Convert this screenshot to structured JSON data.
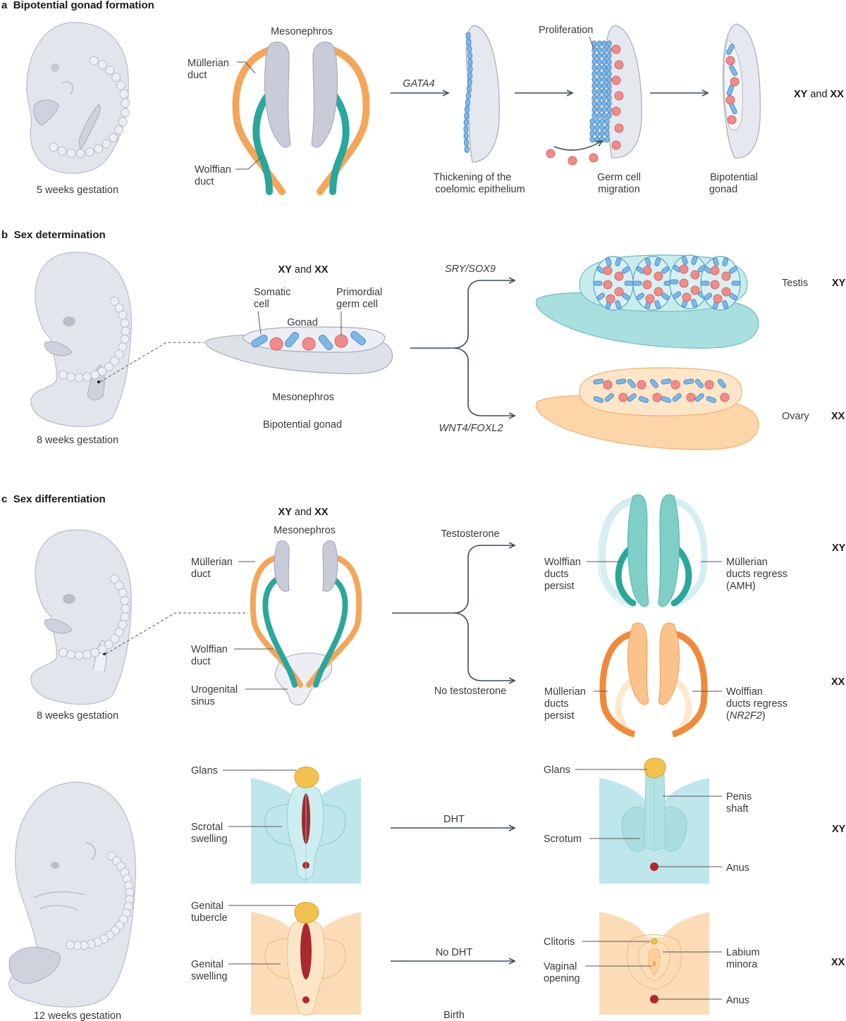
{
  "panel_a": {
    "letter": "a",
    "title": "Bipotential gonad formation",
    "embryo_caption": "5 weeks gestation",
    "mesonephros": "Mesonephros",
    "mullerian_1": "Müllerian",
    "mullerian_2": "duct",
    "wolffian_1": "Wolffian",
    "wolffian_2": "duct",
    "arrow1": "GATA4",
    "proliferation": "Proliferation",
    "step1_1": "Thickening of the",
    "step1_2": "coelomic epithelium",
    "step2_1": "Germ cell",
    "step2_2": "migration",
    "step3_1": "Bipotential",
    "step3_2": "gonad",
    "karyotype_xy": "XY",
    "karyotype_and": "and",
    "karyotype_xx": "XX"
  },
  "panel_b": {
    "letter": "b",
    "title": "Sex determination",
    "embryo_caption": "8 weeks gestation",
    "kary_xy": "XY",
    "kary_and": "and",
    "kary_xx": "XX",
    "somatic_1": "Somatic",
    "somatic_2": "cell",
    "germ_1": "Primordial",
    "germ_2": "germ cell",
    "gonad": "Gonad",
    "mesonephros": "Mesonephros",
    "caption": "Bipotential gonad",
    "upper_arrow": "SRY/SOX9",
    "lower_arrow": "WNT4/FOXL2",
    "testis": "Testis",
    "testis_kary": "XY",
    "ovary": "Ovary",
    "ovary_kary": "XX"
  },
  "panel_c": {
    "letter": "c",
    "title": "Sex differentiation",
    "embryo_caption": "8 weeks gestation",
    "kary_xy": "XY",
    "kary_and": "and",
    "kary_xx": "XX",
    "mesonephros": "Mesonephros",
    "mullerian_1": "Müllerian",
    "mullerian_2": "duct",
    "wolffian_1": "Wolffian",
    "wolffian_2": "duct",
    "sinus_1": "Urogenital",
    "sinus_2": "sinus",
    "upper_arrow": "Testosterone",
    "lower_arrow": "No testosterone",
    "xy_left_1": "Wolffian",
    "xy_left_2": "ducts",
    "xy_left_3": "persist",
    "xy_right_1": "Müllerian",
    "xy_right_2": "ducts regress",
    "xy_right_3": "(AMH)",
    "xy_kary": "XY",
    "xx_left_1": "Müllerian",
    "xx_left_2": "ducts",
    "xx_left_3": "persist",
    "xx_right_1": "Wolffian",
    "xx_right_2": "ducts regress",
    "xx_right_3_open": "(",
    "xx_right_3_gene": "NR2F2",
    "xx_right_3_close": ")",
    "xx_kary": "XX"
  },
  "panel_d": {
    "embryo_caption": "12 weeks gestation",
    "glans": "Glans",
    "scrotal_1": "Scrotal",
    "scrotal_2": "swelling",
    "tubercle_1": "Genital",
    "tubercle_2": "tubercle",
    "genital_swelling_1": "Genital",
    "genital_swelling_2": "swelling",
    "dht": "DHT",
    "no_dht": "No DHT",
    "birth": "Birth",
    "male_glans": "Glans",
    "penis_1": "Penis",
    "penis_2": "shaft",
    "scrotum": "Scrotum",
    "male_anus": "Anus",
    "xy_kary": "XY",
    "clitoris": "Clitoris",
    "vaginal_1": "Vaginal",
    "vaginal_2": "opening",
    "labium_1": "Labium",
    "labium_2": "minora",
    "female_anus": "Anus",
    "xx_kary": "XX"
  },
  "colors": {
    "mullerian": "#f3a65a",
    "wolffian": "#2aa79b",
    "testis": "#9fd8d8",
    "ovary": "#fbd3a4",
    "somatic_cell": "#7fb8e6",
    "germ_cell": "#ef8b8b",
    "arrow": "#3e4a5c"
  }
}
